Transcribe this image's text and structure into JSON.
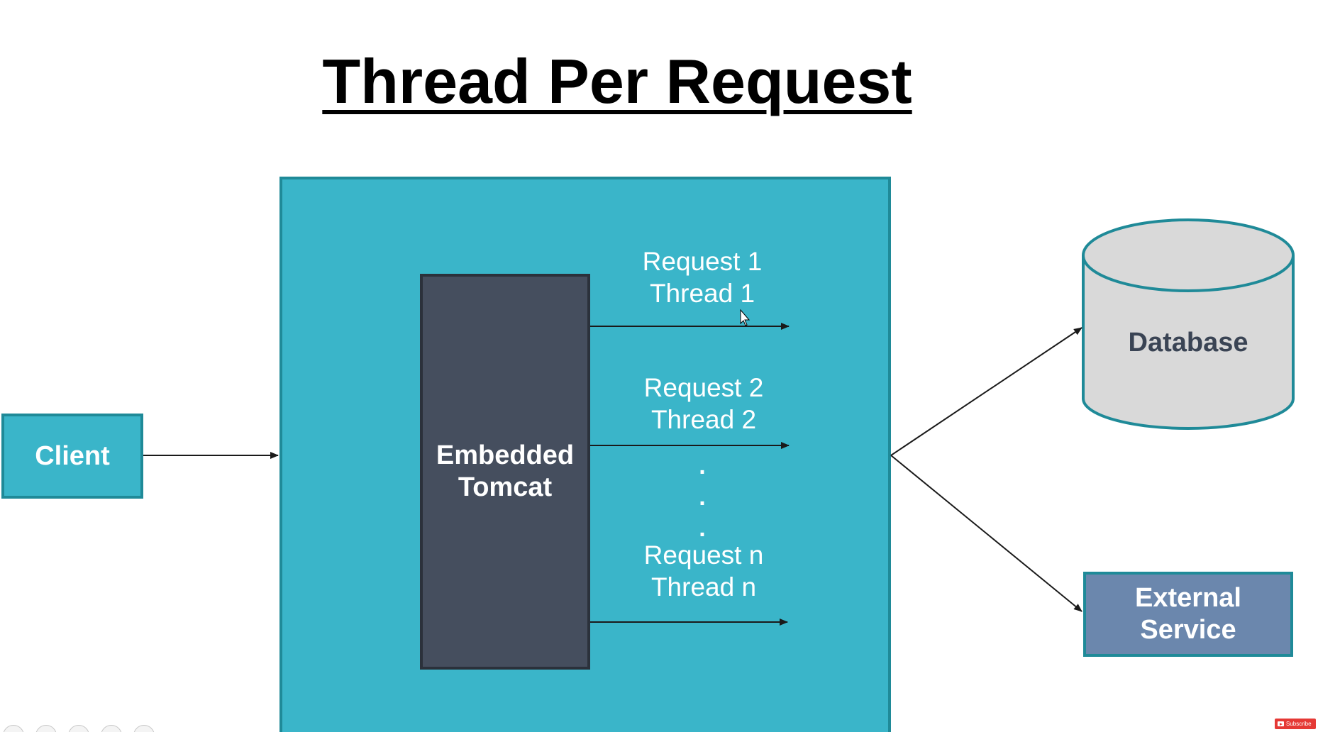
{
  "title": "Thread Per Request",
  "client": {
    "label": "Client"
  },
  "server": {
    "tomcat_label": "Embedded\nTomcat",
    "requests": [
      {
        "label": "Request 1\nThread 1"
      },
      {
        "label": "Request 2\nThread 2"
      },
      {
        "label": "Request n\nThread n"
      }
    ],
    "ellipsis": [
      ".",
      ".",
      "."
    ]
  },
  "database": {
    "label": "Database"
  },
  "external_service": {
    "label": "External\nService"
  },
  "overlay": {
    "subscribe_label": "Subscribe"
  },
  "colors": {
    "server_fill": "#3ab5c9",
    "server_border": "#1f8a98",
    "tomcat_fill": "#454e5e",
    "database_fill": "#d9d9d9",
    "external_fill": "#6b87ad",
    "arrow": "#1a1a1a"
  },
  "icons": [
    "mouse-cursor-icon",
    "youtube-icon"
  ]
}
